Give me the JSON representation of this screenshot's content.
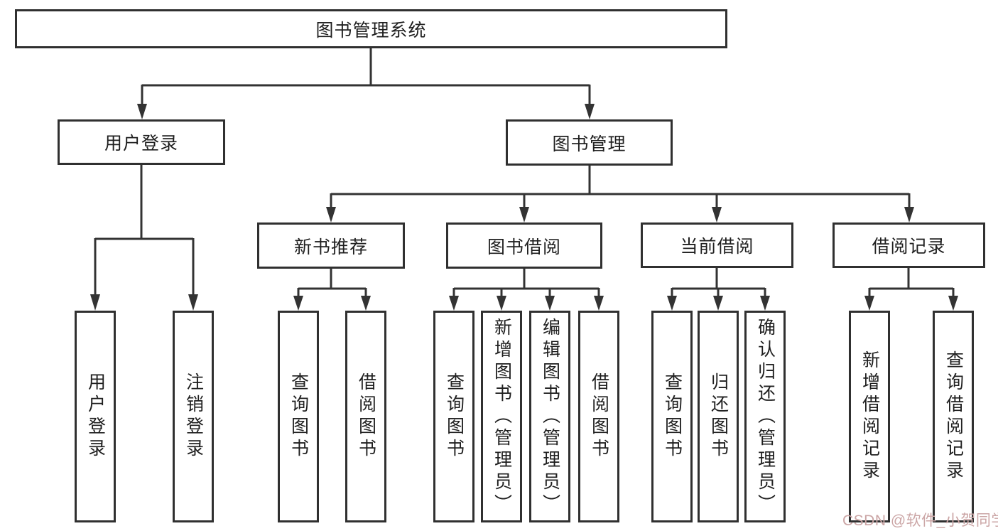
{
  "diagram_title": "图书管理系统",
  "colors": {
    "line": "#333333",
    "box_border": "#303030",
    "text": "#1f1f1f",
    "watermark": "#cba5a5"
  },
  "root": {
    "label": "图书管理系统"
  },
  "level2": [
    {
      "label": "用户登录",
      "parent": "图书管理系统"
    },
    {
      "label": "图书管理",
      "parent": "图书管理系统"
    }
  ],
  "level3": [
    {
      "label": "新书推荐",
      "parent": "图书管理"
    },
    {
      "label": "图书借阅",
      "parent": "图书管理"
    },
    {
      "label": "当前借阅",
      "parent": "图书管理"
    },
    {
      "label": "借阅记录",
      "parent": "图书管理"
    }
  ],
  "leaves": [
    {
      "label": "用户登录",
      "parent": "用户登录"
    },
    {
      "label": "注销登录",
      "parent": "用户登录"
    },
    {
      "label": "查询图书",
      "parent": "新书推荐"
    },
    {
      "label": "借阅图书",
      "parent": "新书推荐"
    },
    {
      "label": "查询图书",
      "parent": "图书借阅"
    },
    {
      "label": "新增图书（管理员）",
      "parent": "图书借阅"
    },
    {
      "label": "编辑图书（管理员）",
      "parent": "图书借阅"
    },
    {
      "label": "借阅图书",
      "parent": "图书借阅"
    },
    {
      "label": "查询图书",
      "parent": "当前借阅"
    },
    {
      "label": "归还图书",
      "parent": "当前借阅"
    },
    {
      "label": "确认归还（管理员）",
      "parent": "当前借阅"
    },
    {
      "label": "新增借阅记录",
      "parent": "借阅记录"
    },
    {
      "label": "查询借阅记录",
      "parent": "借阅记录"
    }
  ],
  "watermark": {
    "text": "CSDN @软件_小贺同学"
  }
}
